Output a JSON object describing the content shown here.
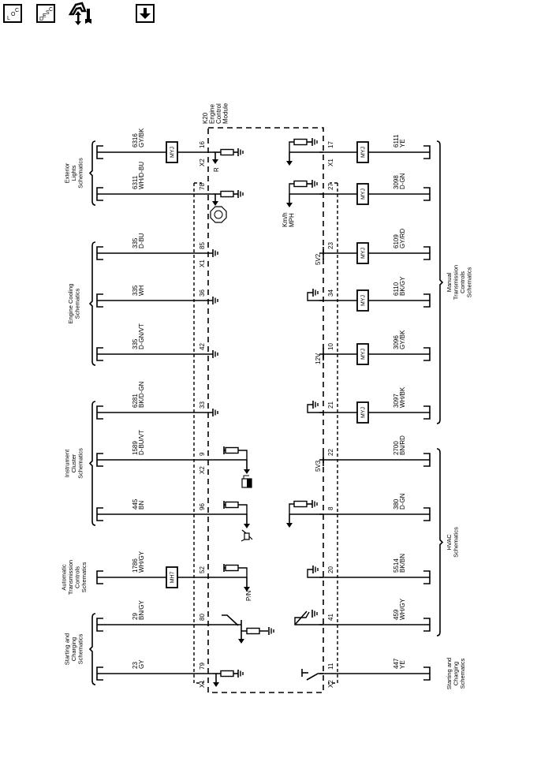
{
  "toolbar": {
    "loc_button": {
      "letters": [
        "L",
        "O",
        "C"
      ],
      "icon": "location-icon"
    },
    "desc_button": {
      "letters": [
        "D",
        "E",
        "S",
        "C"
      ],
      "icon": "description-icon"
    },
    "diag_icon": "diagnostic-wrench-icon",
    "down_button": {
      "icon": "arrow-down-icon"
    }
  },
  "module": {
    "name": "K20",
    "title_lines": [
      "K20",
      "Engine",
      "Control",
      "Module"
    ]
  },
  "left_groups": [
    {
      "label_lines": [
        "Exterior",
        "Lights",
        "Schematics"
      ]
    },
    {
      "label_lines": [
        "Engine Cooling",
        "Schematics"
      ]
    },
    {
      "label_lines": [
        "Instrument",
        "Cluster",
        "Schematics"
      ]
    },
    {
      "label_lines": [
        "Automatic",
        "Transmission",
        "Controls",
        "Schematics"
      ]
    },
    {
      "label_lines": [
        "Starting and",
        "Charging",
        "Schematics"
      ]
    }
  ],
  "right_groups": [
    {
      "label_lines": [
        "Manual",
        "Transmission",
        "Controls",
        "Schematics"
      ]
    },
    {
      "label_lines": [
        "HVAC",
        "Schematics"
      ]
    },
    {
      "label_lines": [
        "Starting and",
        "Charging",
        "Schematics"
      ]
    }
  ],
  "left_circuits": [
    {
      "pin": "16",
      "circuit": "6316",
      "color": "GY/BK",
      "connector": "X2",
      "splice": "MYJ",
      "load": "R"
    },
    {
      "pin": "78",
      "circuit": "6311",
      "color": "WH/D-BU",
      "connector": "",
      "splice": "",
      "load": "engine-oil-icon"
    },
    {
      "pin": "85",
      "circuit": "335",
      "color": "D-BU",
      "connector": "X1",
      "splice": "",
      "load": ""
    },
    {
      "pin": "36",
      "circuit": "335",
      "color": "WH",
      "connector": "",
      "splice": "",
      "load": ""
    },
    {
      "pin": "42",
      "circuit": "335",
      "color": "D-GN/VT",
      "connector": "",
      "splice": "",
      "load": ""
    },
    {
      "pin": "33",
      "circuit": "6281",
      "color": "BK/D-GN",
      "connector": "",
      "splice": "",
      "load": ""
    },
    {
      "pin": "9",
      "circuit": "1589",
      "color": "D-BU/VT",
      "connector": "X2",
      "splice": "",
      "load": "fuel-pump-icon"
    },
    {
      "pin": "96",
      "circuit": "445",
      "color": "BN",
      "connector": "",
      "splice": "",
      "load": "oil-can-icon"
    },
    {
      "pin": "52",
      "circuit": "1786",
      "color": "WH/GY",
      "connector": "",
      "splice": "MH7",
      "load": "P/N"
    },
    {
      "pin": "80",
      "circuit": "29",
      "color": "BN/GY",
      "connector": "",
      "splice": "",
      "load": ""
    },
    {
      "pin": "79",
      "circuit": "23",
      "color": "GY",
      "connector": "X1",
      "splice": "",
      "load": ""
    }
  ],
  "right_circuits": [
    {
      "pin": "17",
      "circuit": "6111",
      "color": "YE",
      "connector": "X1",
      "splice": "MYJ",
      "ref": ""
    },
    {
      "pin": "27",
      "circuit": "3098",
      "color": "D-GN",
      "connector": "",
      "splice": "MYJ",
      "ref": "Km/h MPH"
    },
    {
      "pin": "23",
      "circuit": "6109",
      "color": "GY/RD",
      "connector": "",
      "splice": "MYJ",
      "ref": "5V2"
    },
    {
      "pin": "34",
      "circuit": "6110",
      "color": "BK/GY",
      "connector": "",
      "splice": "MYJ",
      "ref": ""
    },
    {
      "pin": "10",
      "circuit": "3096",
      "color": "GY/BK",
      "connector": "",
      "splice": "MYJ",
      "ref": "12V"
    },
    {
      "pin": "21",
      "circuit": "3097",
      "color": "WH/BK",
      "connector": "",
      "splice": "MYJ",
      "ref": ""
    },
    {
      "pin": "22",
      "circuit": "2700",
      "color": "BN/RD",
      "connector": "",
      "splice": "",
      "ref": "5V3"
    },
    {
      "pin": "8",
      "circuit": "380",
      "color": "D-GN",
      "connector": "",
      "splice": "",
      "ref": ""
    },
    {
      "pin": "20",
      "circuit": "5514",
      "color": "BK/BN",
      "connector": "",
      "splice": "",
      "ref": ""
    },
    {
      "pin": "41",
      "circuit": "459",
      "color": "WH/GY",
      "connector": "",
      "splice": "",
      "ref": ""
    },
    {
      "pin": "11",
      "circuit": "447",
      "color": "YE",
      "connector": "X2",
      "splice": "",
      "ref": ""
    }
  ],
  "labels": {
    "km_mph_lines": [
      "Km/h",
      "MPH"
    ],
    "r_label": "R",
    "pn_label": "P/N",
    "x1": "X1",
    "x2": "X2",
    "v5v2": "5V2",
    "v12v": "12V",
    "v5v3": "5V3"
  }
}
